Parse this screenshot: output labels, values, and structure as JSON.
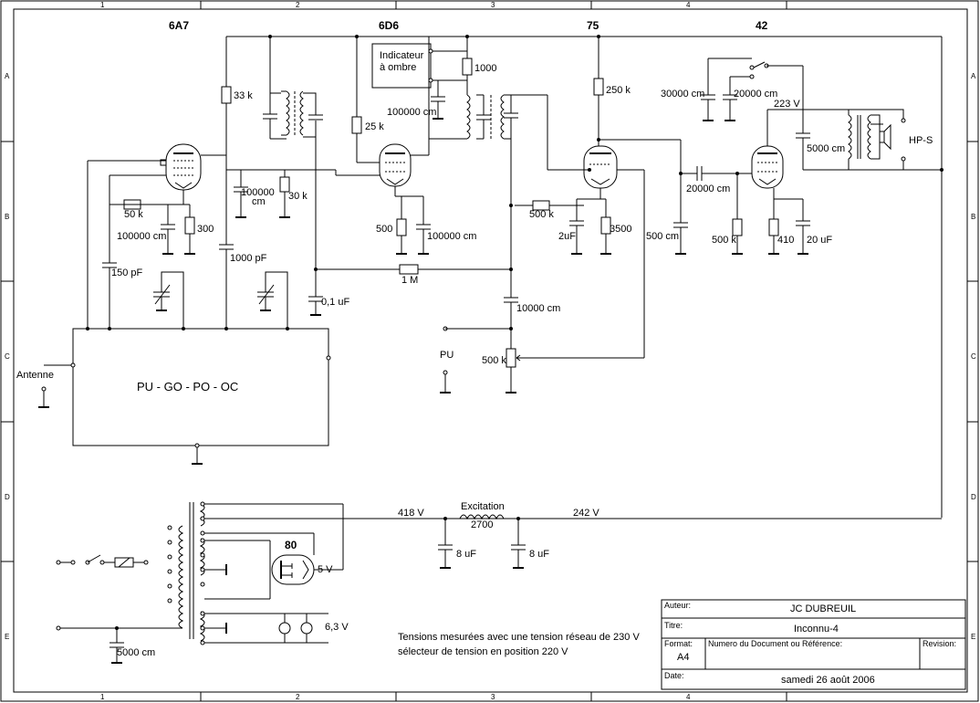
{
  "grid": {
    "columns": [
      "1",
      "2",
      "3",
      "4"
    ],
    "rows": [
      "A",
      "B",
      "C",
      "D",
      "E"
    ]
  },
  "tubes": {
    "t1": "6A7",
    "t2": "6D6",
    "t3": "75",
    "t4": "42",
    "rect": "80"
  },
  "components": {
    "r_33k": "33 k",
    "r_25k": "25 k",
    "r_1000": "1000",
    "r_250k": "250 k",
    "r_50k": "50 k",
    "r_300": "300",
    "r_30k": "30 k",
    "r_500": "500",
    "r_500k_grid": "500 k",
    "r_3500": "3500",
    "r_500k_out": "500 k",
    "r_410": "410",
    "r_1m": "1 M",
    "r_500k_vol": "500 k",
    "c_100000cm_a": "100000 cm",
    "c_100000cm_b": "100000\ncm",
    "c_100000cm_c": "100000 cm",
    "c_100000cm_d": "100000 cm",
    "c_150pf": "150 pF",
    "c_1000pf": "1000 pF",
    "c_01uf": "0,1 uF",
    "c_10000cm": "10000 cm",
    "c_2uf": "2uF",
    "c_500cm": "500 cm",
    "c_20000cm_coupling": "20000 cm",
    "c_20uf": "20 uF",
    "c_30000cm": "30000 cm",
    "c_20000cm_top": "20000 cm",
    "c_5000cm_out": "5000 cm",
    "c_8uf_a": "8 uF",
    "c_8uf_b": "8 uF",
    "c_5000cm_mains": "5000 cm",
    "indicator_line1": "Indicateur",
    "indicator_line2": "à ombre",
    "speaker": "HP-S",
    "antenna": "Antenne",
    "pu": "PU",
    "band_switch": "PU  -  GO  -  PO  -  OC",
    "field_coil": "Excitation",
    "field_coil_value": "2700",
    "v_418": "418 V",
    "v_242": "242 V",
    "v_223": "223 V",
    "v_5": "5 V",
    "v_63": "6,3 V"
  },
  "notes": {
    "line1": "Tensions mesurées avec une tension réseau de 230 V",
    "line2": "sélecteur de tension en position 220 V"
  },
  "title_block": {
    "author_label": "Auteur:",
    "author": "JC DUBREUIL",
    "title_label": "Titre:",
    "title": "Inconnu-4",
    "format_label": "Format:",
    "format": "A4",
    "docnum_label": "Numero du Document ou Référence:",
    "revision_label": "Revision:",
    "date_label": "Date:",
    "date": "samedi 26 août 2006"
  }
}
